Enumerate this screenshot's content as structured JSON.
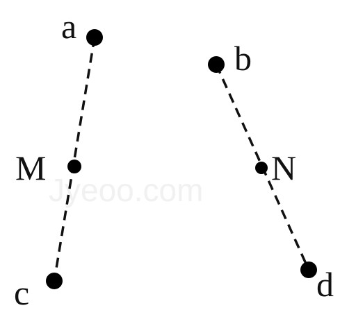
{
  "diagram": {
    "watermark": "Jyeoo.com",
    "points": {
      "a": {
        "label": "a"
      },
      "b": {
        "label": "b"
      },
      "c": {
        "label": "c"
      },
      "d": {
        "label": "d"
      },
      "M": {
        "label": "M"
      },
      "N": {
        "label": "N"
      }
    },
    "segments": [
      {
        "from": "a",
        "to": "c",
        "style": "dashed",
        "midpoint": "M"
      },
      {
        "from": "b",
        "to": "d",
        "style": "dashed",
        "midpoint": "N"
      }
    ]
  }
}
